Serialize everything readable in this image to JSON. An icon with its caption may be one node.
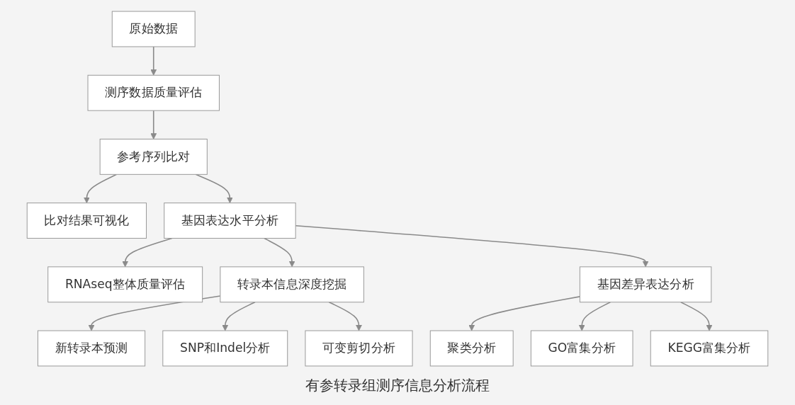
{
  "diagram": {
    "caption": "有参转录组测序信息分析流程",
    "nodes": [
      {
        "text": [
          "原始数据"
        ]
      },
      {
        "text": [
          "测序数据质量评估"
        ]
      },
      {
        "text": [
          "参考序列比对"
        ]
      },
      {
        "text": [
          "比对结果可视化"
        ]
      },
      {
        "text": [
          "基因表达水平分析"
        ]
      },
      {
        "text": [
          "RNAseq整体质量评估"
        ]
      },
      {
        "text": [
          "转录本信息深度挖掘"
        ]
      },
      {
        "text": [
          "基因差异表达分析"
        ]
      },
      {
        "text": [
          "新转录本预测"
        ]
      },
      {
        "text": [
          "SNP和Indel分析"
        ]
      },
      {
        "text": [
          "可变剪切分析"
        ]
      },
      {
        "text": [
          "聚类分析"
        ]
      },
      {
        "text": [
          "GO富集分析"
        ]
      },
      {
        "text": [
          "KEGG富集分析"
        ]
      }
    ],
    "edges": [
      {
        "from": 0,
        "to": 1,
        "arrow": "to"
      },
      {
        "from": 1,
        "to": 2,
        "arrow": "to"
      },
      {
        "from": 2,
        "to": 3,
        "arrow": "to"
      },
      {
        "from": 2,
        "to": 4,
        "arrow": "to"
      },
      {
        "from": 4,
        "to": 5,
        "arrow": "to"
      },
      {
        "from": 4,
        "to": 6,
        "arrow": "to"
      },
      {
        "from": 4,
        "to": 7,
        "arrow": "to"
      },
      {
        "from": 6,
        "to": 8,
        "arrow": "to"
      },
      {
        "from": 6,
        "to": 9,
        "arrow": "to"
      },
      {
        "from": 6,
        "to": 10,
        "arrow": "to"
      },
      {
        "from": 7,
        "to": 11,
        "arrow": "to"
      },
      {
        "from": 7,
        "to": 12,
        "arrow": "to"
      },
      {
        "from": 7,
        "to": 13,
        "arrow": "to"
      }
    ]
  }
}
